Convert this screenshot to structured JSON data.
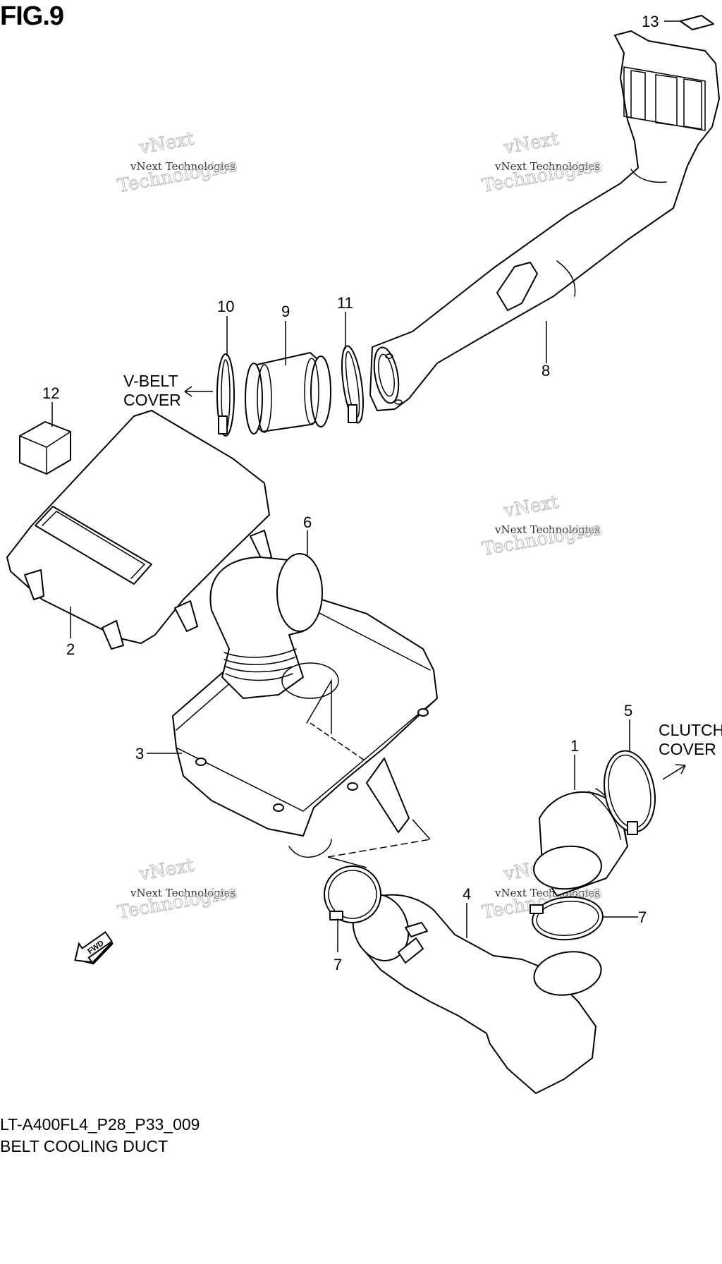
{
  "figure": {
    "title": "FIG.9",
    "caption_code": "LT-A400FL4_P28_P33_009",
    "caption_name": "BELT COOLING DUCT"
  },
  "callouts": {
    "c1": "1",
    "c2": "2",
    "c3": "3",
    "c4": "4",
    "c5": "5",
    "c6": "6",
    "c7a": "7",
    "c7b": "7",
    "c8": "8",
    "c9": "9",
    "c10": "10",
    "c11": "11",
    "c12": "12",
    "c13": "13"
  },
  "directions": {
    "vbelt_line1": "V-BELT",
    "vbelt_line2": "COVER",
    "clutch_line1": "CLUTCH",
    "clutch_line2": "COVER",
    "fwd": "FWD"
  },
  "watermark": {
    "small": "vNext Technologies",
    "large_top": "vNext",
    "large_bottom": "Technologies"
  }
}
